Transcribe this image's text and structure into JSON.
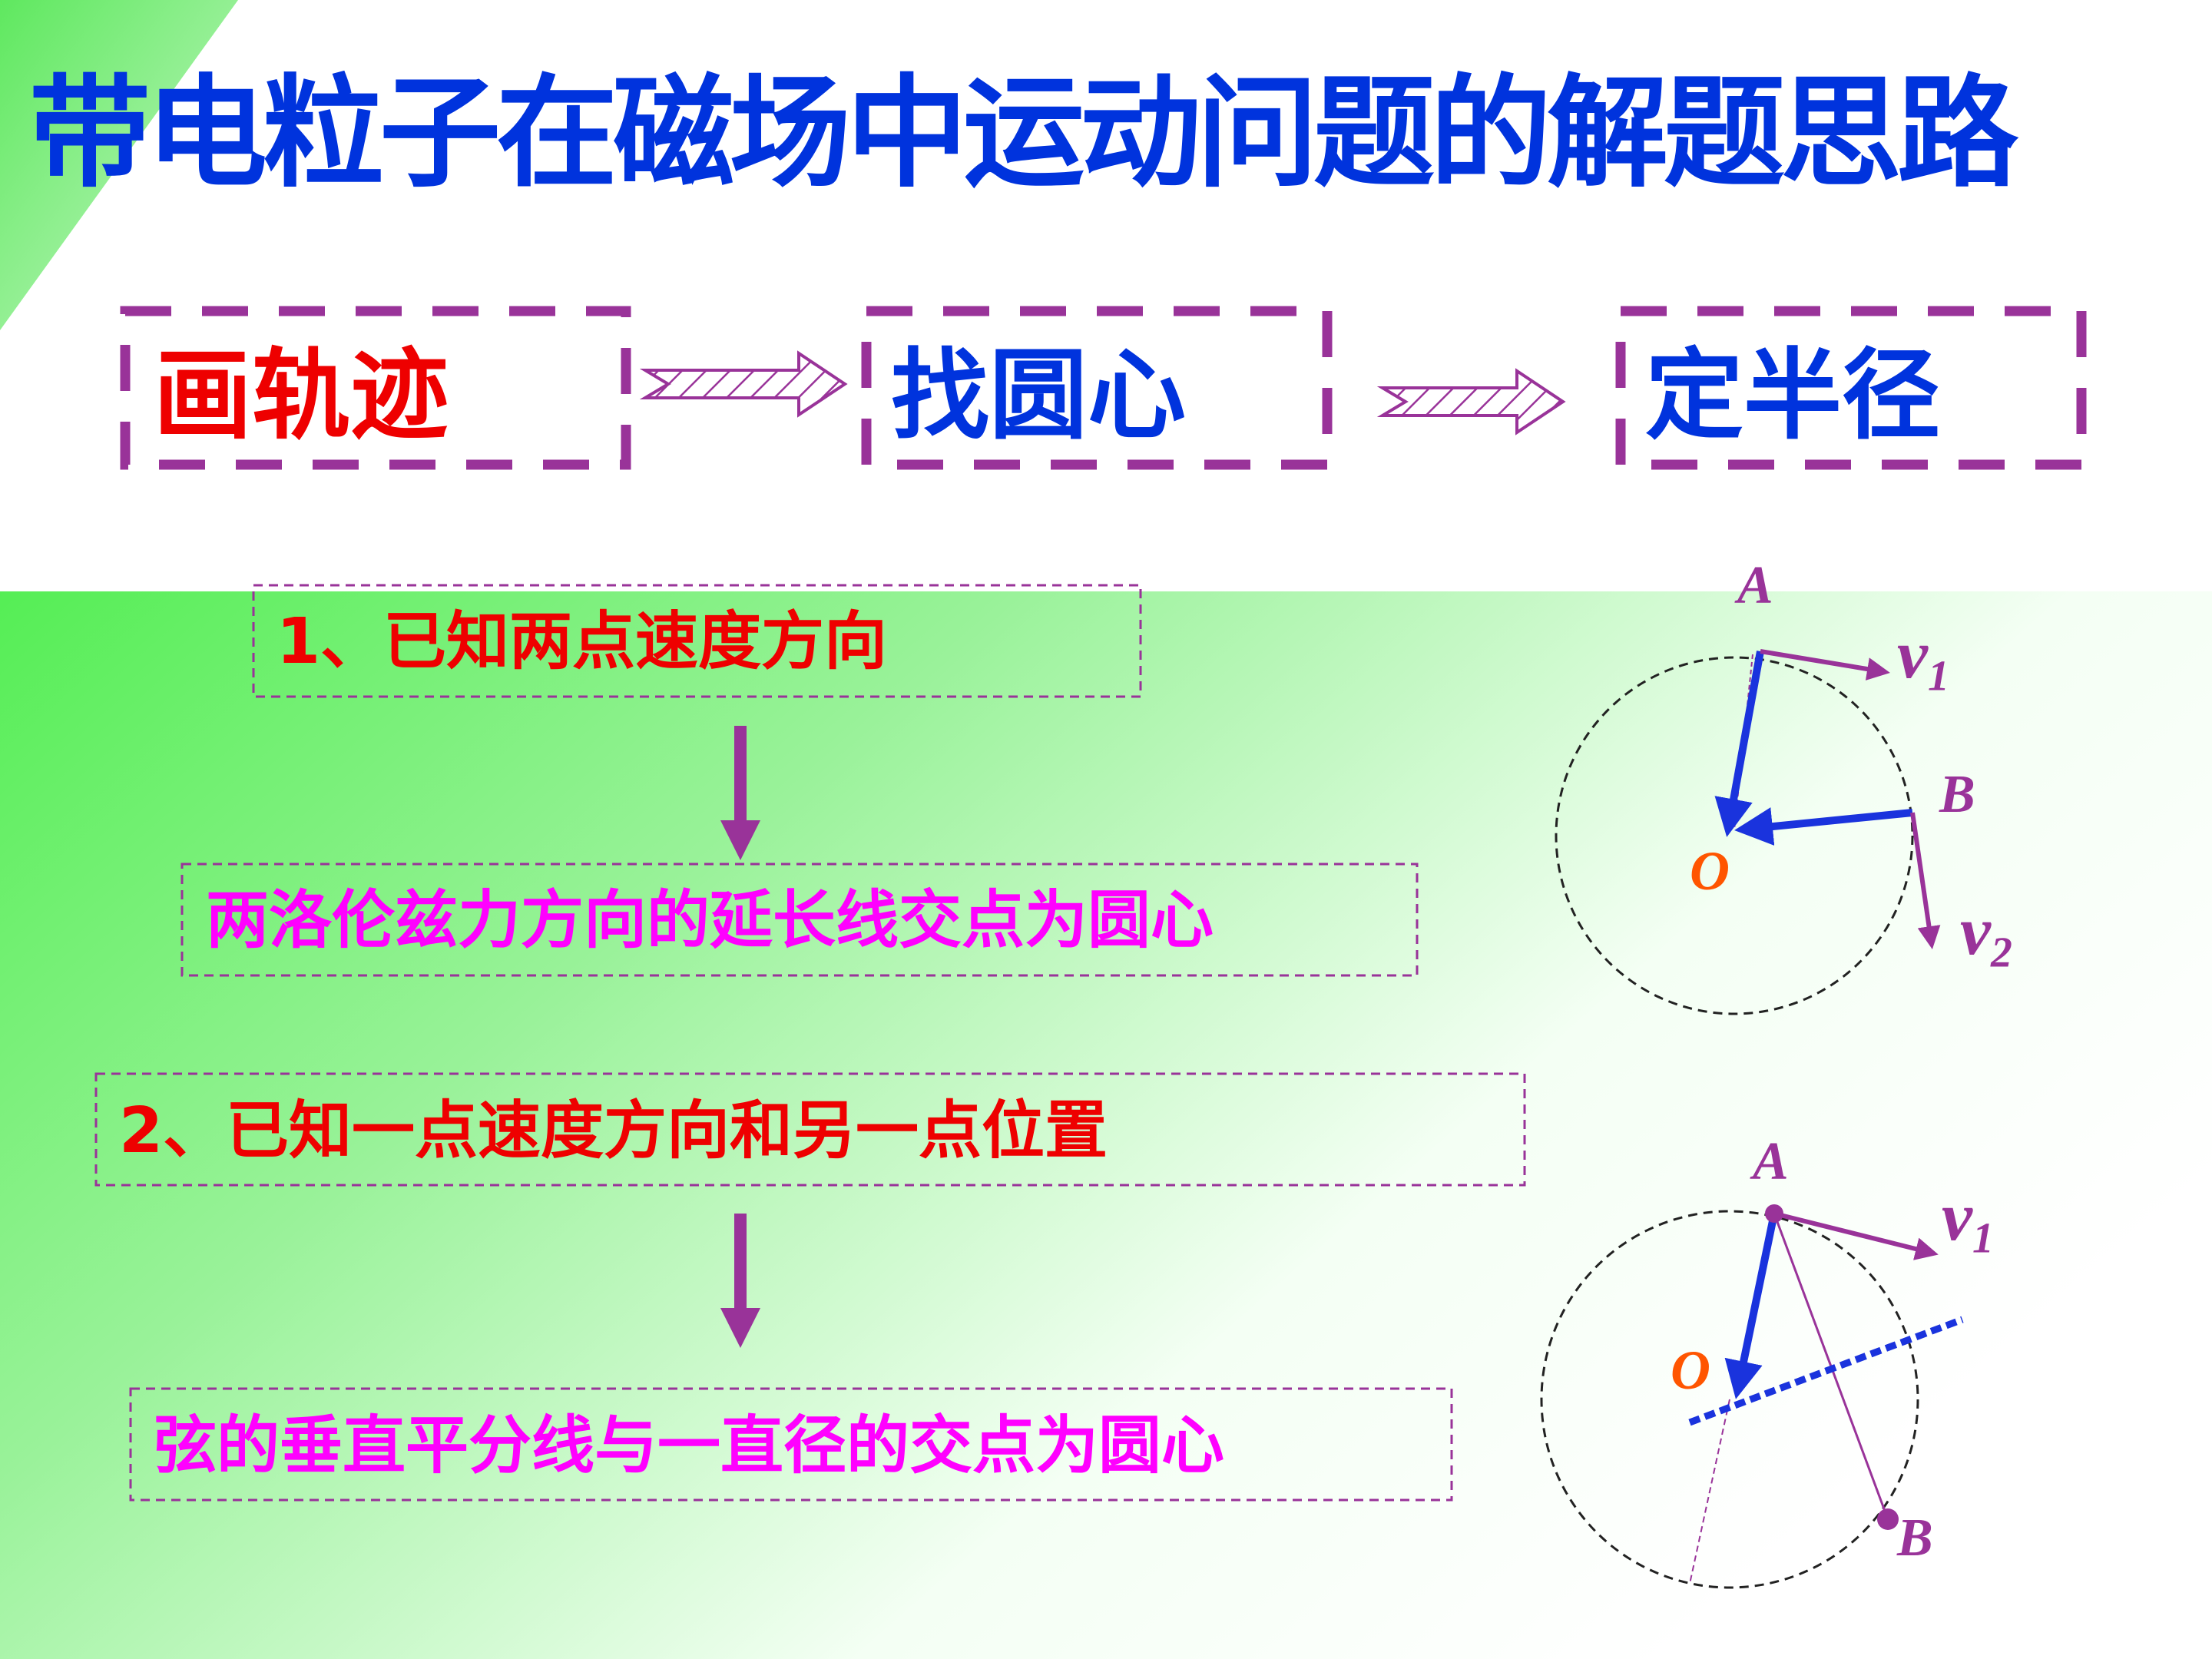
{
  "title": "带电粒子在磁场中运动问题的解题思路",
  "steps": [
    "画轨迹",
    "找圆心",
    "定半径"
  ],
  "method1": {
    "condition": "1、已知两点速度方向",
    "result": "两洛伦兹力方向的延长线交点为圆心"
  },
  "method2": {
    "condition": "2、已知一点速度方向和另一点位置",
    "result": "弦的垂直平分线与一直径的交点为圆心"
  },
  "diagram1": {
    "A": "A",
    "B": "B",
    "O": "O",
    "v": "v",
    "v1_sub": "1",
    "v2_sub": "2"
  },
  "diagram2": {
    "A": "A",
    "B": "B",
    "O": "O",
    "v": "v",
    "v1_sub": "1"
  },
  "colors": {
    "title": "#0033dd",
    "red": "#ee0000",
    "magenta": "#ff00ff",
    "purple": "#993399",
    "arrow_blue": "#1a33dd"
  }
}
